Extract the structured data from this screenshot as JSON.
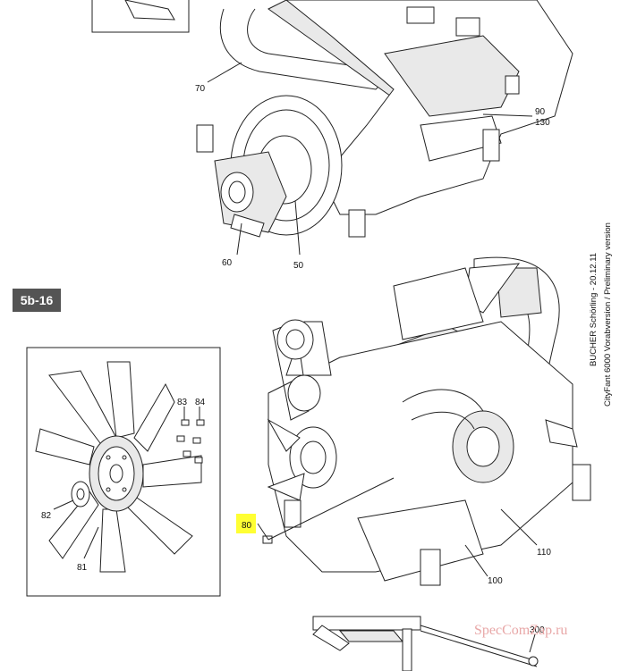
{
  "section_tag": "5b-16",
  "side_text": {
    "line1": "BUCHER Schörling - 20.12.11",
    "line2": "CityFant 6000 Vorabversion / Preliminary version"
  },
  "watermark": "SpecComZap.ru",
  "callouts": {
    "c70": "70",
    "c90": "90",
    "c130": "130",
    "c60": "60",
    "c50": "50",
    "c83": "83",
    "c84": "84",
    "c82": "82",
    "c81": "81",
    "c80": "80",
    "c110": "110",
    "c100": "100",
    "c300": "300"
  },
  "highlight_color": "#ffff33"
}
